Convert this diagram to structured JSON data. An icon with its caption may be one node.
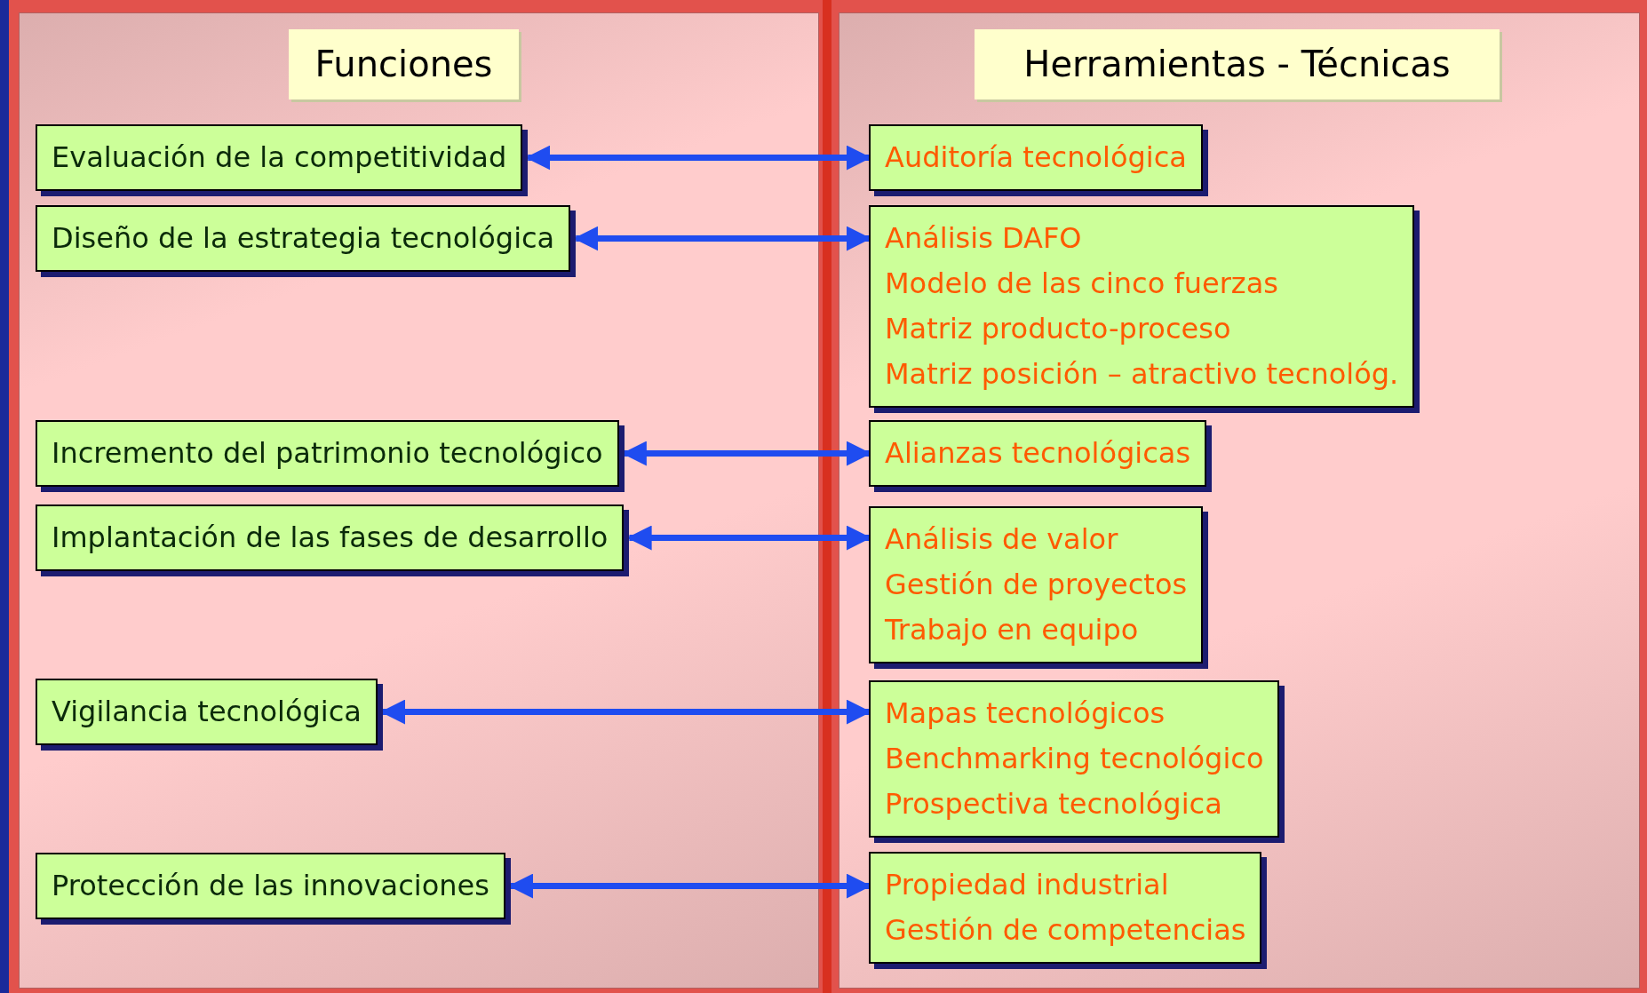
{
  "diagram": {
    "nodes": [
      {
        "text": [
          "Funciones"
        ]
      },
      {
        "text": [
          "Herramientas - Técnicas"
        ]
      },
      {
        "text": [
          "Evaluación de la competitividad"
        ]
      },
      {
        "text": [
          "Auditoría tecnológica"
        ]
      },
      {
        "text": [
          "Diseño de la estrategia tecnológica"
        ]
      },
      {
        "text": [
          "Análisis DAFO",
          "Modelo de las cinco fuerzas",
          "Matriz producto-proceso",
          "Matriz posición – atractivo tecnológ."
        ]
      },
      {
        "text": [
          "Incremento del patrimonio tecnológico"
        ]
      },
      {
        "text": [
          "Alianzas tecnológicas"
        ]
      },
      {
        "text": [
          "Implantación de las fases de desarrollo"
        ]
      },
      {
        "text": [
          "Análisis de valor",
          "Gestión de proyectos",
          "Trabajo en equipo"
        ]
      },
      {
        "text": [
          "Vigilancia tecnológica"
        ]
      },
      {
        "text": [
          "Mapas tecnológicos",
          "Benchmarking tecnológico",
          "Prospectiva tecnológica"
        ]
      },
      {
        "text": [
          "Protección de las innovaciones"
        ]
      },
      {
        "text": [
          "Propiedad industrial",
          "Gestión de competencias"
        ]
      }
    ],
    "edges": [
      {
        "from": 2,
        "to": 3,
        "arrow": "both"
      },
      {
        "from": 4,
        "to": 5,
        "arrow": "both"
      },
      {
        "from": 6,
        "to": 7,
        "arrow": "both"
      },
      {
        "from": 8,
        "to": 9,
        "arrow": "both"
      },
      {
        "from": 10,
        "to": 11,
        "arrow": "both"
      },
      {
        "from": 12,
        "to": 13,
        "arrow": "both"
      }
    ]
  }
}
